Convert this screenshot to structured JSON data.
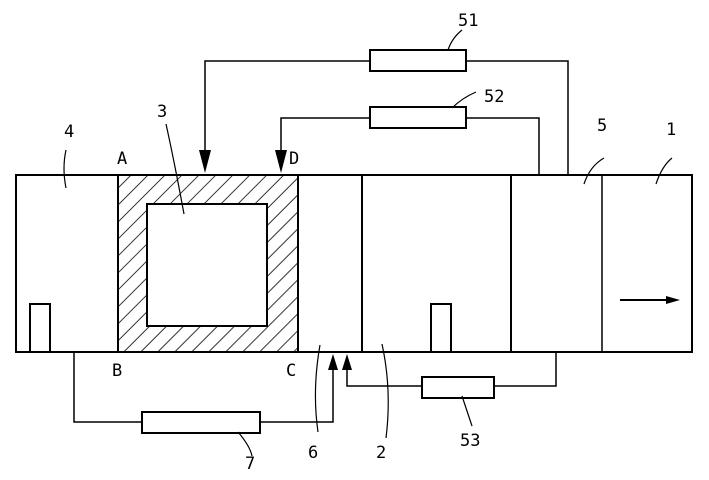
{
  "labels": {
    "n1": "1",
    "n2": "2",
    "n3": "3",
    "n4": "4",
    "n5": "5",
    "n6": "6",
    "n7": "7",
    "n51": "51",
    "n52": "52",
    "n53": "53",
    "pA": "A",
    "pB": "B",
    "pC": "C",
    "pD": "D"
  }
}
